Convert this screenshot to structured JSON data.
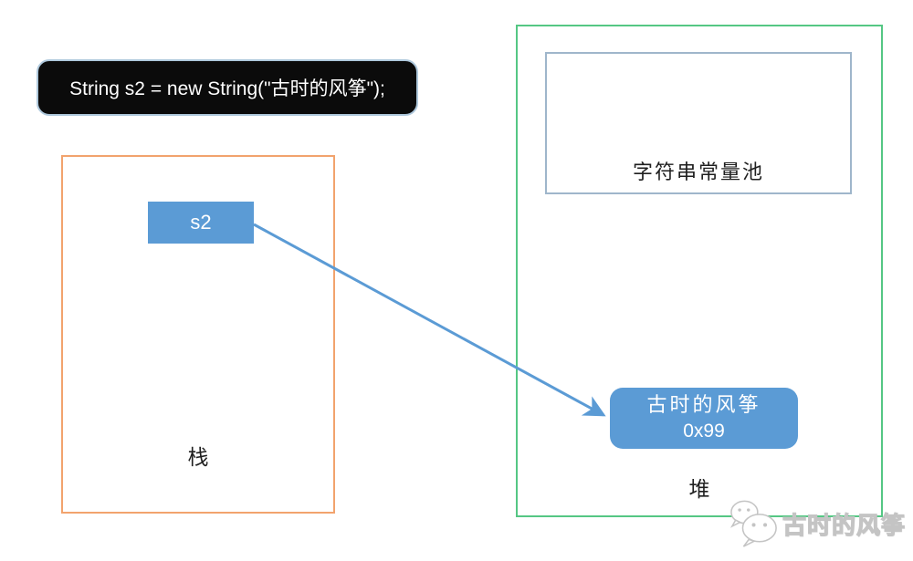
{
  "code_box": {
    "text": "String s2 = new String(\"古时的风筝\");"
  },
  "stack": {
    "label": "栈",
    "variable": "s2"
  },
  "heap": {
    "label": "堆",
    "constant_pool_label": "字符串常量池",
    "object": {
      "line1": "古时的风筝",
      "line2": "0x99"
    }
  },
  "watermark": {
    "text": "古时的风筝",
    "icon": "wechat-icon"
  },
  "colors": {
    "box_blue": "#5B9BD5",
    "stack_border": "#F2A36D",
    "heap_border": "#55C784",
    "pool_border": "#9FB6CB",
    "code_bg": "#0B0B0B",
    "code_border": "#AEC8DC",
    "arrow": "#5B9BD5",
    "label_color": "#1F1F1F",
    "watermark_gray": "#C4C4C4"
  }
}
